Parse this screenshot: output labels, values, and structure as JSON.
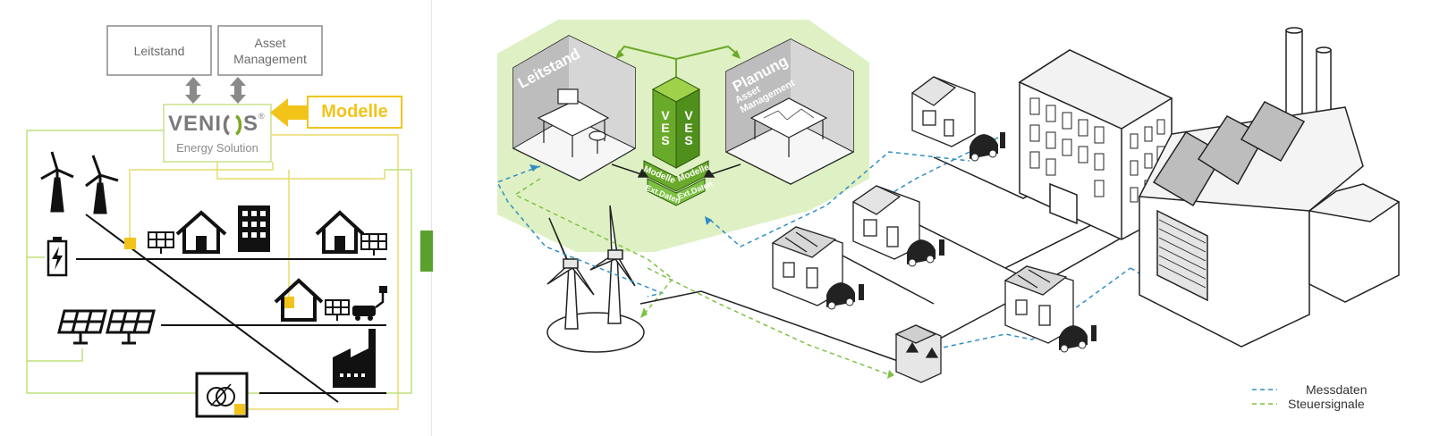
{
  "left_diagram": {
    "top_boxes": {
      "leitstand": "Leitstand",
      "asset_management_line1": "Asset",
      "asset_management_line2": "Management"
    },
    "venios": {
      "name_part1": "VENI",
      "name_part2": "S",
      "registered": "®",
      "subtitle": "Energy Solution"
    },
    "modelle_label": "Modelle"
  },
  "right_diagram": {
    "rooms": {
      "leitstand": "Leitstand",
      "planung": "Planung",
      "asset_management": "Asset Management"
    },
    "ves_tower": {
      "letters": "VES",
      "modelle": "Modelle",
      "ext_daten": "Ext.Daten"
    }
  },
  "legend": {
    "messdaten": "Messdaten",
    "steuersignale": "Steuersignale"
  },
  "colors": {
    "yellow": "#f2c41a",
    "yellow_line": "#e8dc6a",
    "lime_line": "#bfe07a",
    "green": "#6aaa2a",
    "green_light": "#dff0c4",
    "blue_dash": "#2f8fc3",
    "green_dash": "#7dc243",
    "gray_box": "#8a8a8a"
  }
}
